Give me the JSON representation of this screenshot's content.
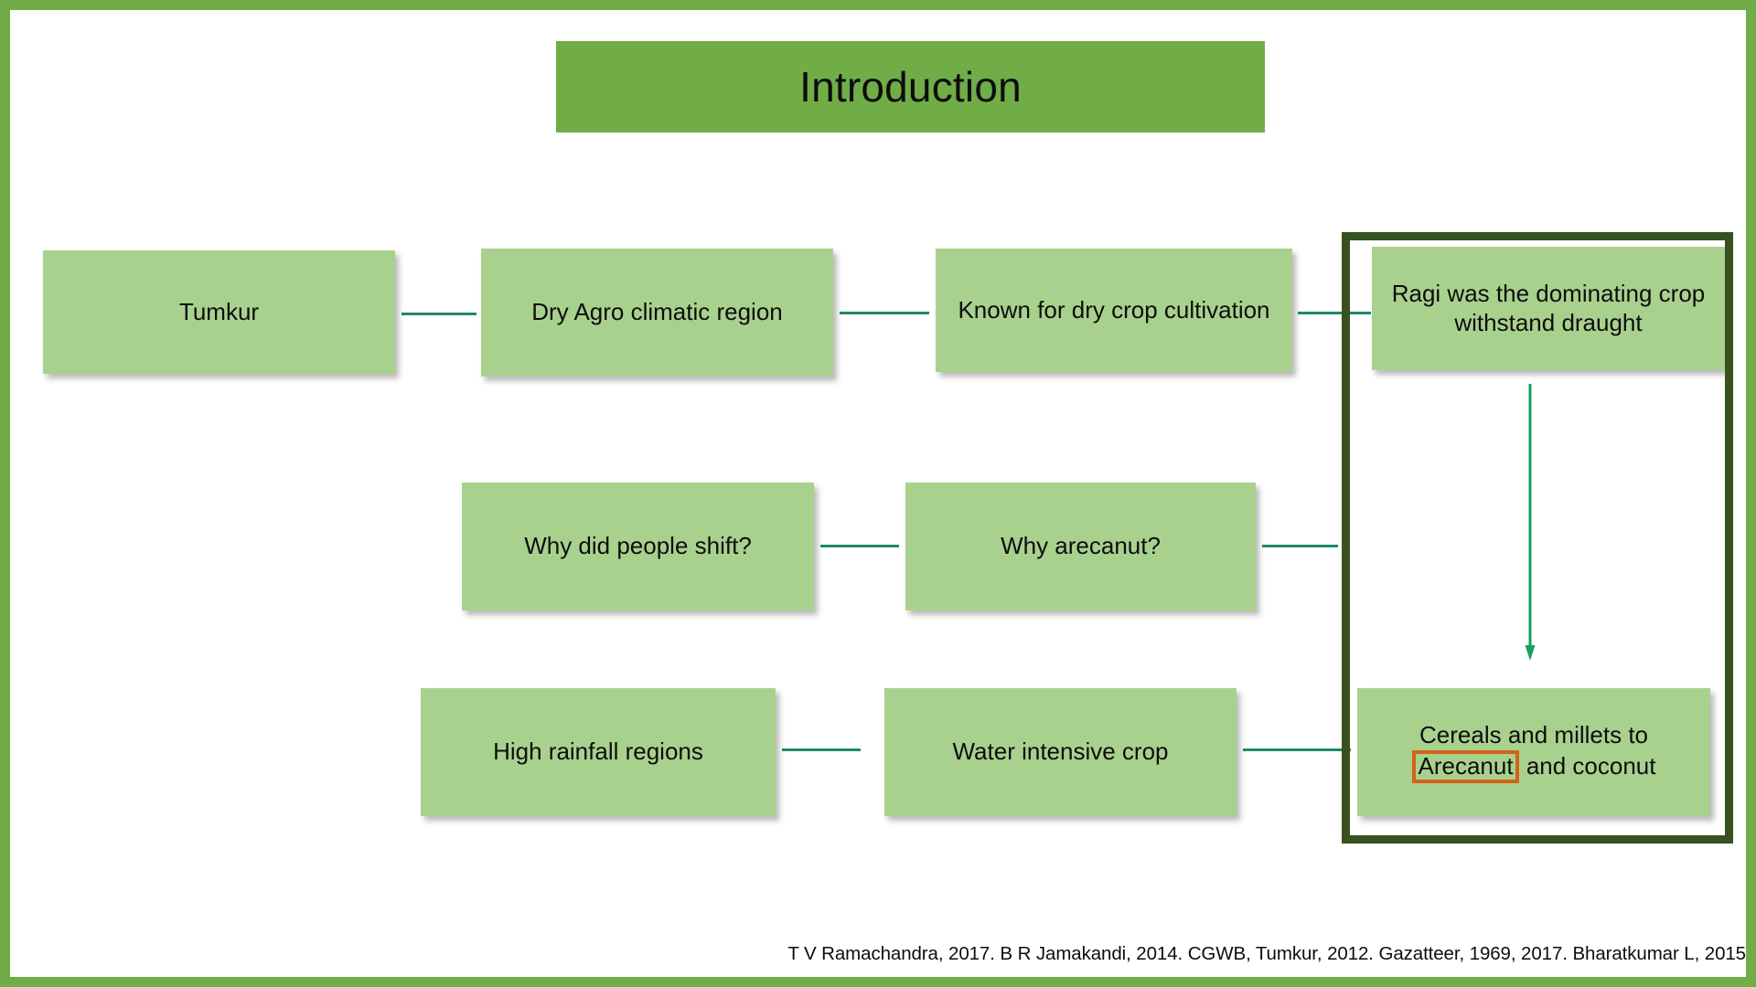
{
  "slide": {
    "frame_color": "#70AD47",
    "background": "#ffffff",
    "title": "Introduction",
    "title_band_color": "#70AD47"
  },
  "theme": {
    "node_fill": "#A9D18E",
    "node_text": "#0d0d0d",
    "connector_color": "#1E8A6E",
    "highlight_frame_color": "#37521F",
    "arrow_color": "#17A05E",
    "emphasis_box_color": "#D4631A"
  },
  "flow": {
    "row1": [
      {
        "id": "tumkur",
        "label": "Tumkur"
      },
      {
        "id": "dry-agro",
        "label": "Dry Agro climatic region"
      },
      {
        "id": "known-dry",
        "label": "Known for dry crop cultivation"
      },
      {
        "id": "ragi",
        "label": "Ragi was the dominating crop\nwithstand draught"
      }
    ],
    "row2": [
      {
        "id": "why-shift",
        "label": "Why did people shift?"
      },
      {
        "id": "why-arecanut",
        "label": "Why arecanut?"
      }
    ],
    "row3": [
      {
        "id": "high-rain",
        "label": "High rainfall  regions"
      },
      {
        "id": "water-crop",
        "label": "Water intensive crop"
      },
      {
        "id": "cereals",
        "line1": "Cereals and millets  to",
        "line2_highlight": "Arecanut",
        "line2_rest": " and coconut"
      }
    ],
    "arrow": {
      "name": "down-arrow",
      "from": "ragi",
      "to": "cereals"
    }
  },
  "footer": {
    "citation": "T V Ramachandra, 2017. B R Jamakandi, 2014. CGWB, Tumkur, 2012. Gazatteer, 1969, 2017. Bharatkumar L, 2015"
  }
}
